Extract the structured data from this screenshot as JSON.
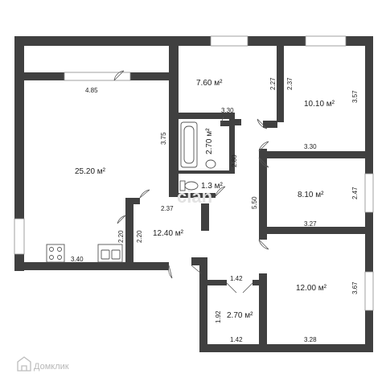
{
  "colors": {
    "wall": "#404040",
    "window_fill": "#ffffff",
    "window_line": "#8a8a8a",
    "fixture": "#555555",
    "watermark": "#bdbdbd",
    "text": "#222222"
  },
  "rooms": [
    {
      "id": "living",
      "area": "25.20 м²"
    },
    {
      "id": "bedroom-top",
      "area": "7.60 м²"
    },
    {
      "id": "bedroom-right-top",
      "area": "10.10 м²"
    },
    {
      "id": "bathroom",
      "area": "2.70 м²"
    },
    {
      "id": "toilet",
      "area": "1.3 м²"
    },
    {
      "id": "room-middle-right",
      "area": "8.10 м²"
    },
    {
      "id": "hall",
      "area": "12.40 м²"
    },
    {
      "id": "room-bottom-right",
      "area": "12.00 м²"
    },
    {
      "id": "storage",
      "area": "2.70 м²"
    }
  ],
  "dimensions": {
    "d485": "4.85",
    "d227": "2.27",
    "d237a": "2.37",
    "d357": "3.57",
    "d330a": "3.30",
    "d375": "3.75",
    "d330b": "3.30",
    "d280": "2.80",
    "d550": "5.50",
    "d247": "2.47",
    "d237b": "2.37",
    "d327": "3.27",
    "d220a": "2.20",
    "d220b": "2.20",
    "d340": "3.40",
    "d142a": "1.42",
    "d367": "3.67",
    "d192": "1.92",
    "d142b": "1.42",
    "d328": "3.28"
  },
  "watermark": {
    "brand": "Домклик",
    "center": "cian"
  },
  "icons": {
    "logo": "domclick-logo-icon",
    "bathtub": "bathtub-icon",
    "sink": "sink-icon",
    "toilet": "toilet-icon",
    "stove": "stove-icon",
    "kitchen_sink": "kitchen-sink-icon"
  }
}
